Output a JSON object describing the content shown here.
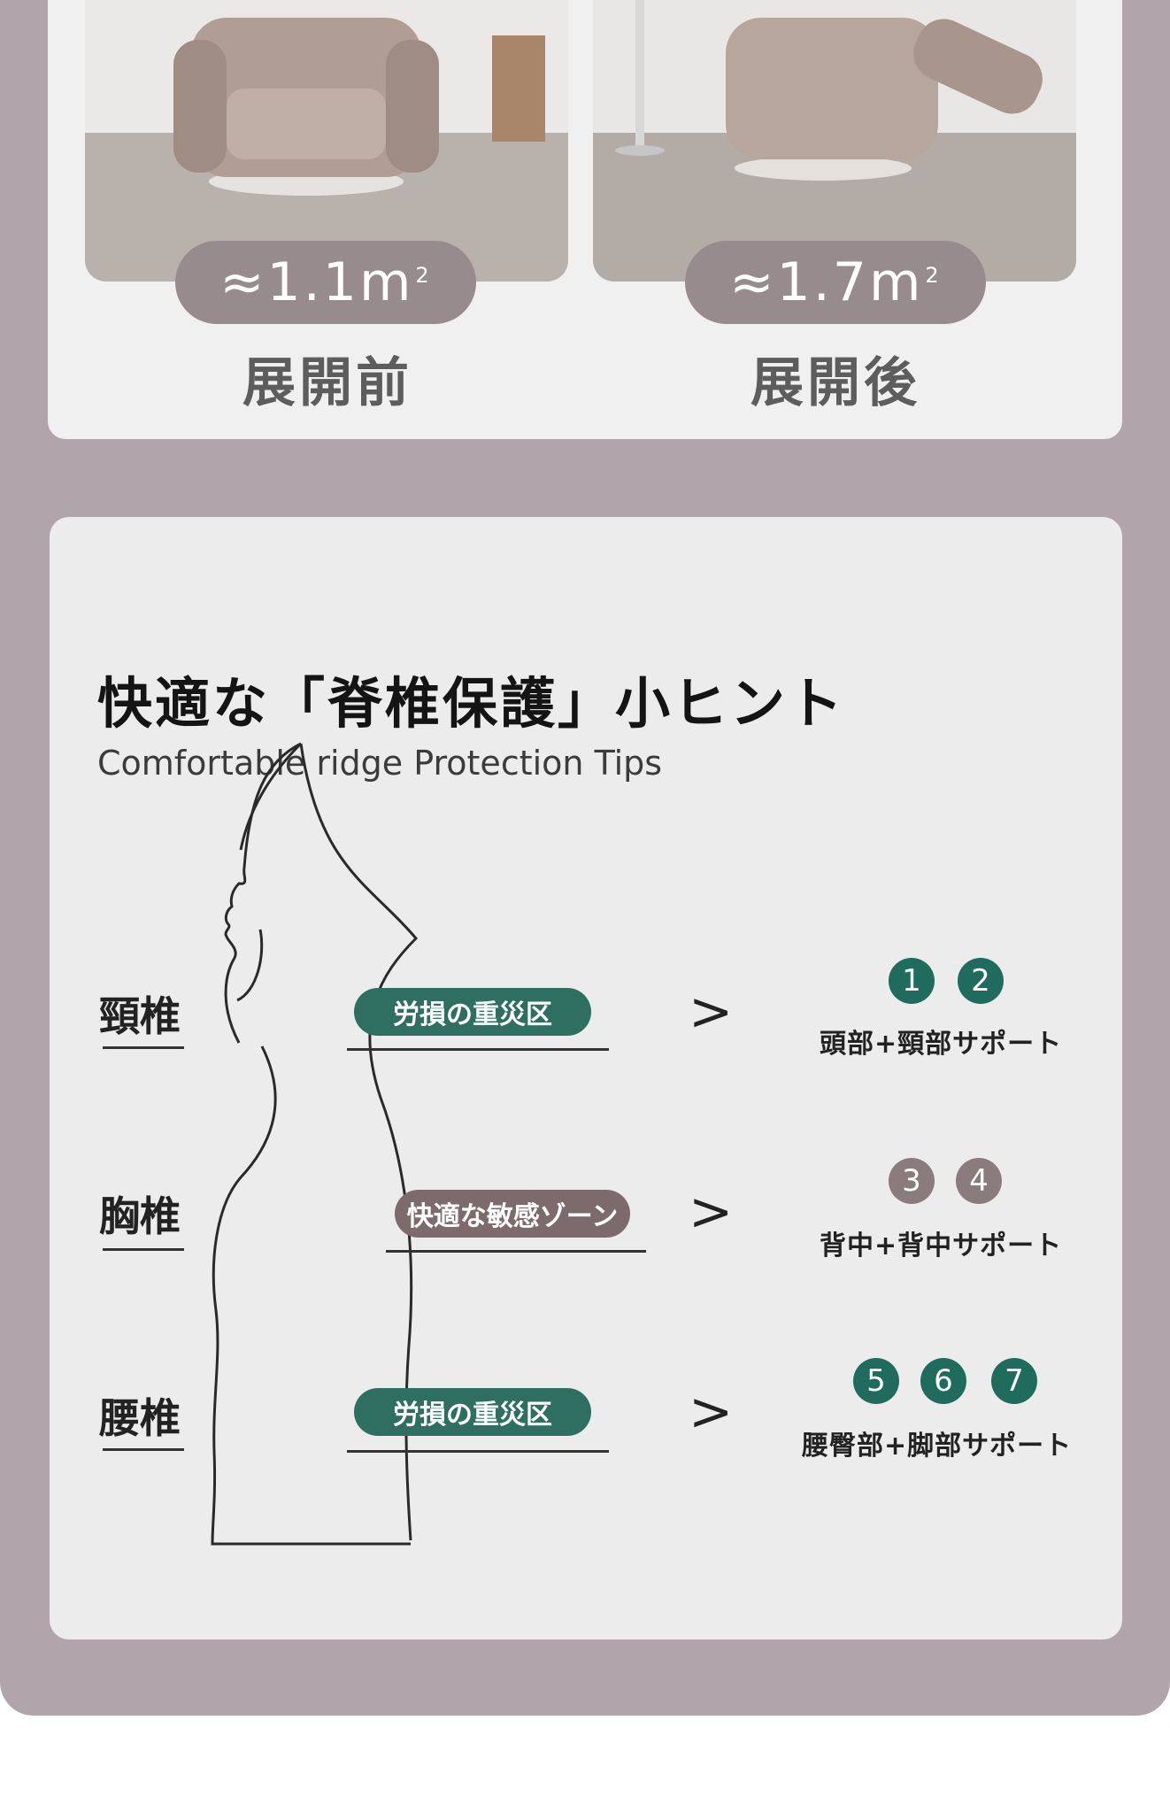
{
  "comparison": {
    "before": {
      "area": "≈1.1m",
      "area_sup": "2",
      "label": "展開前"
    },
    "after": {
      "area": "≈1.7m",
      "area_sup": "2",
      "label": "展開後"
    }
  },
  "tips": {
    "title_jp": "快適な「脊椎保護」小ヒント",
    "title_en": "Comfortable ridge Protection Tips",
    "rows": [
      {
        "spine": "頸椎",
        "zone": "労損の重災区",
        "zone_color": "#2e6f62",
        "arrow": ">",
        "numbers": [
          "1",
          "2"
        ],
        "number_color": "#1f6c5e",
        "support": "頭部+頸部サポート"
      },
      {
        "spine": "胸椎",
        "zone": "快適な敏感ゾーン",
        "zone_color": "#7d6a6b",
        "arrow": ">",
        "numbers": [
          "3",
          "4"
        ],
        "number_color": "#8a7b7c",
        "support": "背中+背中サポート"
      },
      {
        "spine": "腰椎",
        "zone": "労損の重災区",
        "zone_color": "#2e6f62",
        "arrow": ">",
        "numbers": [
          "5",
          "6",
          "7"
        ],
        "number_color": "#1f6c5e",
        "support": "腰臀部+脚部サポート"
      }
    ]
  },
  "colors": {
    "page_frame": "#b1a4ab",
    "card": "#f0f0f0",
    "area_pill": "#978b8d",
    "accent_green": "#1f6c5e",
    "accent_taupe": "#8a7b7c"
  }
}
